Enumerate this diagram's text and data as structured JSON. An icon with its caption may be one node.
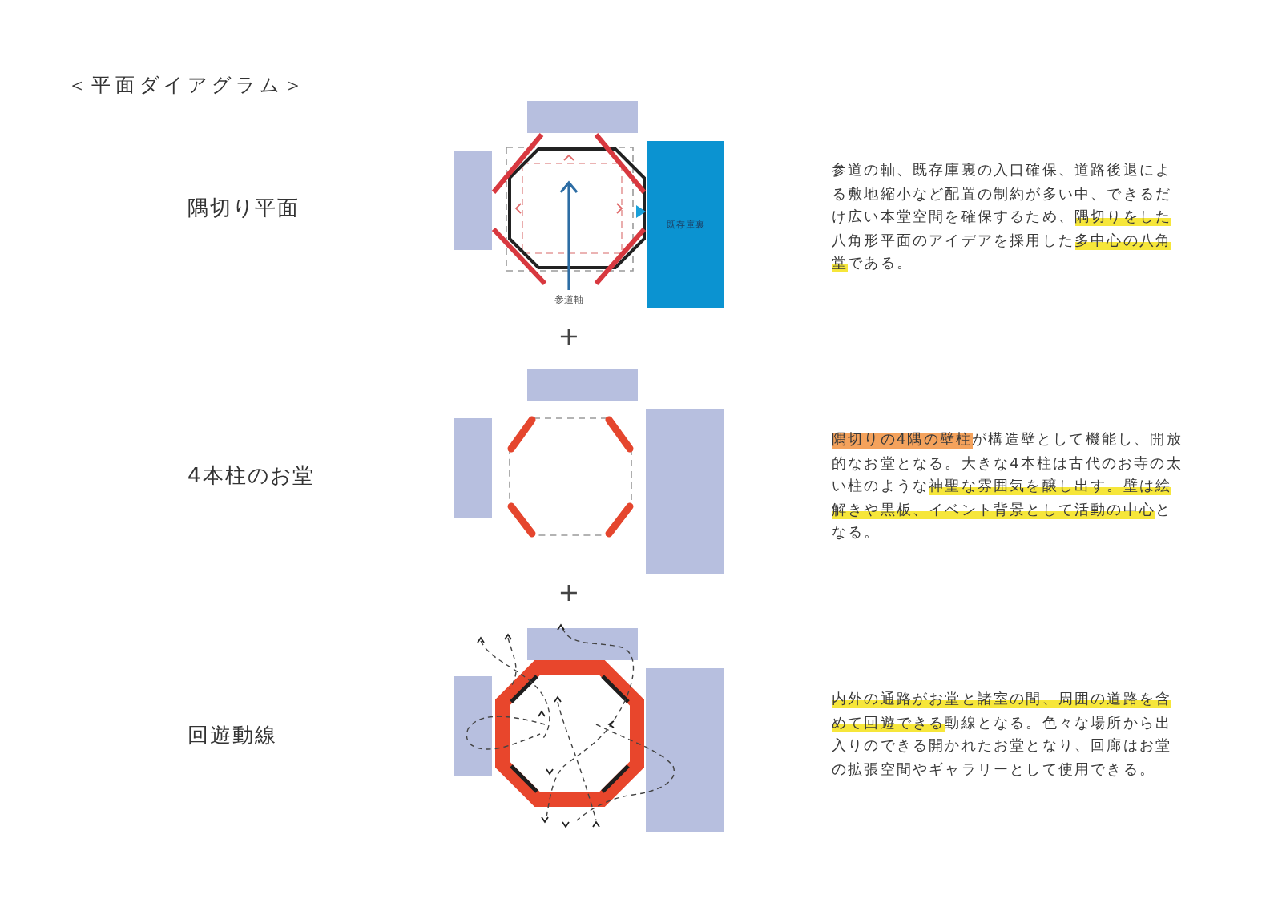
{
  "diagram": {
    "title": "＜平面ダイアグラム＞",
    "nodes": [
      {
        "text": [
          "既存庫裏"
        ]
      }
    ],
    "labels": [
      "隅切り平面",
      "参道軸",
      "参道の軸、既存庫裏の入口確保、道路後退による敷地縮小など配置の制約が多い中、できるだけ広い本堂空間を確保するため、**隅切りをした**八角形平面のアイデアを採用した**多中心の八角堂**である。",
      "+",
      "4本柱のお堂",
      "**隅切りの4隅の壁柱**が構造壁として機能し、開放的なお堂となる。大きな4本柱は古代のお寺の太い柱のような**神聖な雰囲気を醸し出す。壁は絵解きや黒板、イベント背景として活動の中心**となる。",
      "+",
      "回遊動線",
      "**内外の通路がお堂と諸室の間、周囲の道路を含めて回遊できる**動線となる。色々な場所から出入りのできる開かれたお堂となり、回廊はお堂の拡張空間やギャラリーとして使用できる。"
    ]
  }
}
